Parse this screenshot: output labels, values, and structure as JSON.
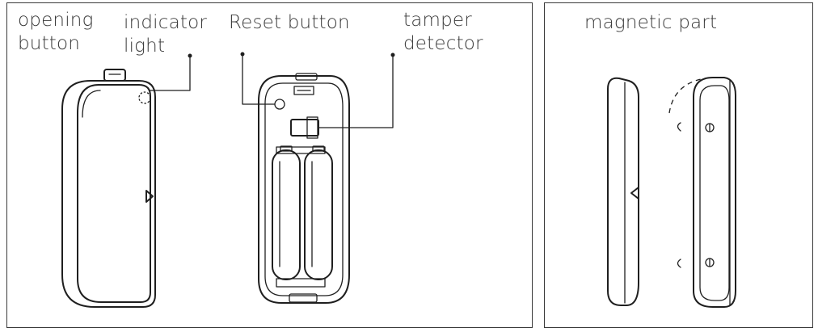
{
  "callouts": {
    "opening_button": [
      "opening",
      "button"
    ],
    "indicator_light": [
      "indicator",
      "light"
    ],
    "reset_button": "Reset button",
    "tamper_detector": [
      "tamper",
      "detector"
    ],
    "magnetic_part": "magnetic part"
  },
  "icons": {
    "arrow_right": "triangle-right-icon",
    "arrow_left": "triangle-left-icon",
    "screw": "screw-icon"
  },
  "colors": {
    "line": "#1f1f1f",
    "text": "#3a3a3a",
    "border": "#3a3a3a",
    "background": "#ffffff"
  }
}
